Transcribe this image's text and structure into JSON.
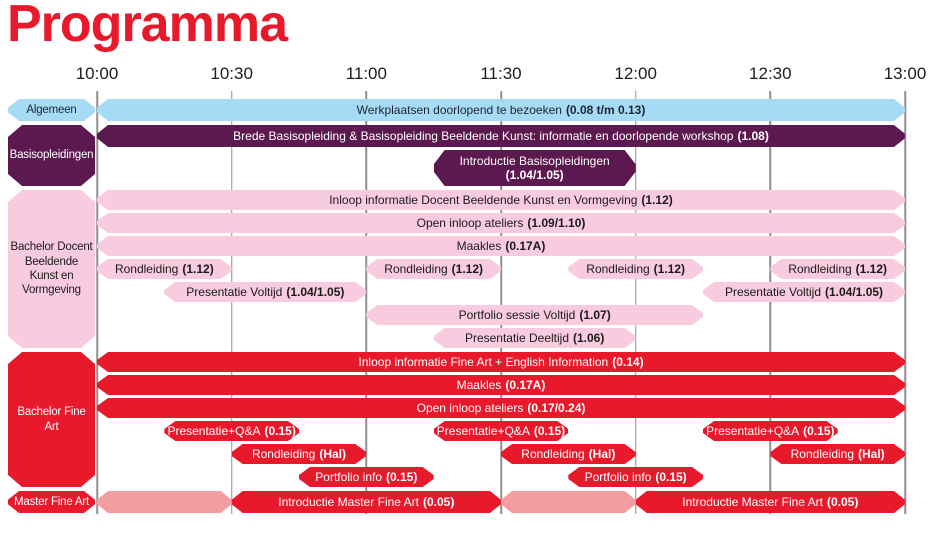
{
  "title": "Programma",
  "chart_data": {
    "type": "gantt",
    "title": "Programma",
    "axis": {
      "start": "10:00",
      "end": "13:00",
      "ticks": [
        "10:00",
        "10:30",
        "11:00",
        "11:30",
        "12:00",
        "12:30",
        "13:00"
      ],
      "gridlines": true,
      "grid_color": "#8F8F8F"
    },
    "styles": {
      "blue": {
        "bg": "#A6DBF5",
        "fg": "#1D2430"
      },
      "purple": {
        "bg": "#5C194F",
        "fg": "#FFFFFF"
      },
      "pink": {
        "bg": "#F8CBDE",
        "fg": "#1A1A1A"
      },
      "red": {
        "bg": "#E9192C",
        "fg": "#FFFFFF"
      },
      "salmon": {
        "bg": "#F49DA1",
        "fg": "#FFFFFF"
      }
    },
    "sections": [
      {
        "id": "algemeen",
        "label": "Algemeen",
        "style": "blue",
        "tall": false,
        "rows": [
          {
            "h": "h22",
            "bars": [
              {
                "text": "Werkplaatsen doorlopend te bezoeken",
                "room": "(0.08 t/m 0.13)",
                "start": "10:00",
                "end": "13:00",
                "style": "blue"
              }
            ]
          }
        ]
      },
      {
        "id": "basisopleidingen",
        "label": "Basisopleidingen",
        "style": "purple",
        "tall": true,
        "rows": [
          {
            "h": "h22",
            "bars": [
              {
                "text": "Brede Basisopleiding & Basisopleiding Beeldende Kunst: informatie en doorlopende workshop",
                "room": "(1.08)",
                "start": "10:00",
                "end": "13:00",
                "style": "purple"
              }
            ]
          },
          {
            "h": "h36",
            "bars": [
              {
                "text": "Introductie Basisopleidingen",
                "room": "(1.04/1.05)",
                "start": "11:15",
                "end": "12:00",
                "style": "purple",
                "two_line": true
              }
            ]
          }
        ]
      },
      {
        "id": "bachelor-docent",
        "label": "Bachelor Docent Beeldende Kunst en Vormgeving",
        "style": "pink",
        "tall": true,
        "rows": [
          {
            "bars": [
              {
                "text": "Inloop informatie Docent Beeldende Kunst en Vormgeving",
                "room": "(1.12)",
                "start": "10:00",
                "end": "13:00",
                "style": "pink"
              }
            ]
          },
          {
            "bars": [
              {
                "text": "Open inloop ateliers",
                "room": "(1.09/1.10)",
                "start": "10:00",
                "end": "13:00",
                "style": "pink"
              }
            ]
          },
          {
            "bars": [
              {
                "text": "Maakles",
                "room": "(0.17A)",
                "start": "10:00",
                "end": "13:00",
                "style": "pink"
              }
            ]
          },
          {
            "bars": [
              {
                "text": "Rondleiding",
                "room": "(1.12)",
                "start": "10:00",
                "end": "10:30",
                "style": "pink"
              },
              {
                "text": "Rondleiding",
                "room": "(1.12)",
                "start": "11:00",
                "end": "11:30",
                "style": "pink"
              },
              {
                "text": "Rondleiding",
                "room": "(1.12)",
                "start": "11:45",
                "end": "12:15",
                "style": "pink"
              },
              {
                "text": "Rondleiding",
                "room": "(1.12)",
                "start": "12:30",
                "end": "13:00",
                "style": "pink"
              }
            ]
          },
          {
            "bars": [
              {
                "text": "Presentatie Voltijd",
                "room": "(1.04/1.05)",
                "start": "10:15",
                "end": "11:00",
                "style": "pink"
              },
              {
                "text": "Presentatie Voltijd",
                "room": "(1.04/1.05)",
                "start": "12:15",
                "end": "13:00",
                "style": "pink"
              }
            ]
          },
          {
            "bars": [
              {
                "text": "Portfolio sessie Voltijd",
                "room": "(1.07)",
                "start": "11:00",
                "end": "12:15",
                "style": "pink"
              }
            ]
          },
          {
            "bars": [
              {
                "text": "Presentatie Deeltijd",
                "room": "(1.06)",
                "start": "11:15",
                "end": "12:00",
                "style": "pink"
              }
            ]
          }
        ]
      },
      {
        "id": "bachelor-fine-art",
        "label": "Bachelor Fine Art",
        "style": "red",
        "tall": true,
        "rows": [
          {
            "bars": [
              {
                "text": "Inloop informatie Fine Art + English Information",
                "room": "(0.14)",
                "start": "10:00",
                "end": "13:00",
                "style": "red"
              }
            ]
          },
          {
            "bars": [
              {
                "text": "Maakles",
                "room": "(0.17A)",
                "start": "10:00",
                "end": "13:00",
                "style": "red"
              }
            ]
          },
          {
            "bars": [
              {
                "text": "Open inloop ateliers",
                "room": "(0.17/0.24)",
                "start": "10:00",
                "end": "13:00",
                "style": "red"
              }
            ]
          },
          {
            "bars": [
              {
                "text": "Presentatie+Q&A",
                "room": "(0.15)",
                "start": "10:15",
                "end": "10:45",
                "style": "red"
              },
              {
                "text": "Presentatie+Q&A",
                "room": "(0.15)",
                "start": "11:15",
                "end": "11:45",
                "style": "red"
              },
              {
                "text": "Presentatie+Q&A",
                "room": "(0.15)",
                "start": "12:15",
                "end": "12:45",
                "style": "red"
              }
            ]
          },
          {
            "bars": [
              {
                "text": "Rondleiding",
                "room": "(Hal)",
                "start": "10:30",
                "end": "11:00",
                "style": "red"
              },
              {
                "text": "Rondleiding",
                "room": "(Hal)",
                "start": "11:30",
                "end": "12:00",
                "style": "red"
              },
              {
                "text": "Rondleiding",
                "room": "(Hal)",
                "start": "12:30",
                "end": "13:00",
                "style": "red"
              }
            ]
          },
          {
            "bars": [
              {
                "text": "Portfolio info",
                "room": "(0.15)",
                "start": "10:45",
                "end": "11:15",
                "style": "red"
              },
              {
                "text": "Portfolio info",
                "room": "(0.15)",
                "start": "11:45",
                "end": "12:15",
                "style": "red"
              }
            ]
          }
        ]
      },
      {
        "id": "master-fine-art",
        "label": "Master Fine Art",
        "style": "red",
        "tall": false,
        "rows": [
          {
            "h": "h22",
            "bars": [
              {
                "text": "",
                "room": "",
                "start": "10:00",
                "end": "10:30",
                "style": "salmon"
              },
              {
                "text": "Introductie Master Fine Art",
                "room": "(0.05)",
                "start": "10:30",
                "end": "11:30",
                "style": "red"
              },
              {
                "text": "",
                "room": "",
                "start": "11:30",
                "end": "12:00",
                "style": "salmon"
              },
              {
                "text": "Introductie Master Fine Art",
                "room": "(0.05)",
                "start": "12:00",
                "end": "13:00",
                "style": "red"
              }
            ]
          }
        ]
      }
    ]
  }
}
